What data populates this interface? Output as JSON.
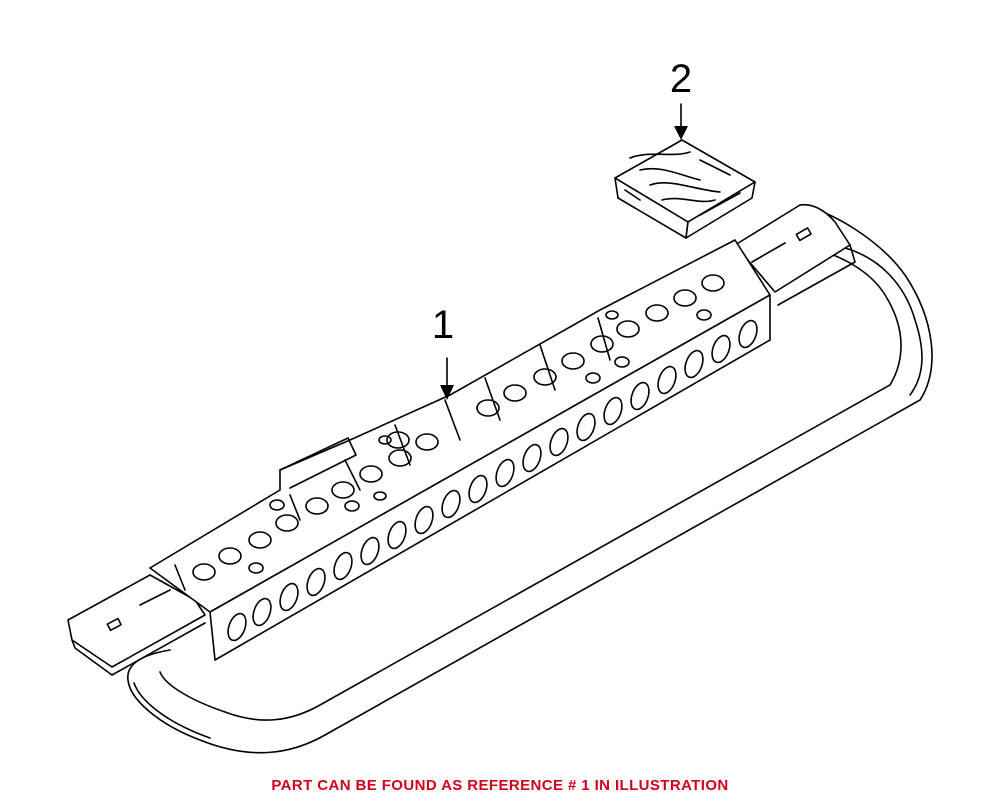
{
  "diagram": {
    "callouts": [
      {
        "id": "1",
        "label": "1"
      },
      {
        "id": "2",
        "label": "2"
      }
    ],
    "caption": "PART CAN BE FOUND AS REFERENCE # 1 IN ILLUSTRATION",
    "caption_color": "#d0021b",
    "line_color": "#000000",
    "background": "#ffffff"
  }
}
